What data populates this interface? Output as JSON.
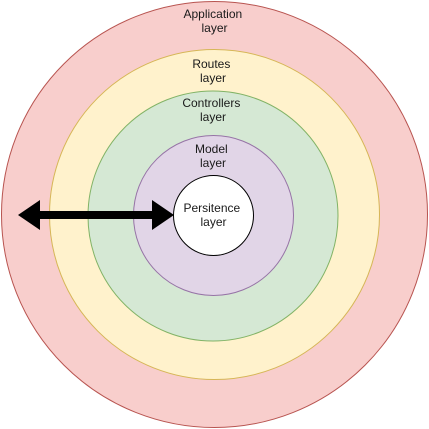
{
  "diagram": {
    "layers": [
      {
        "id": "application",
        "line1": "Application",
        "line2": "layer",
        "fill": "#f8cecc",
        "stroke": "#b85450"
      },
      {
        "id": "routes",
        "line1": "Routes",
        "line2": "layer",
        "fill": "#fff2cc",
        "stroke": "#d6b656"
      },
      {
        "id": "controllers",
        "line1": "Controllers",
        "line2": "layer",
        "fill": "#d5e8d4",
        "stroke": "#82b366"
      },
      {
        "id": "model",
        "line1": "Model",
        "line2": "layer",
        "fill": "#e1d5e7",
        "stroke": "#9673a6"
      },
      {
        "id": "persistence",
        "line1": "Persitence",
        "line2": "layer",
        "fill": "#ffffff",
        "stroke": "#000000"
      }
    ],
    "arrow": {
      "color": "#000000",
      "direction": "bidirectional"
    }
  }
}
